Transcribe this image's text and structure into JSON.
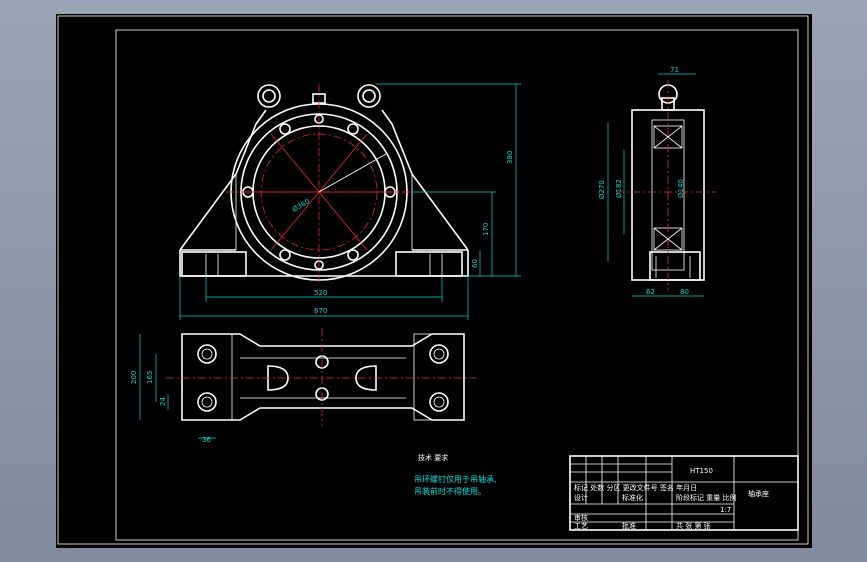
{
  "dimensions": {
    "width_670": "670",
    "width_520": "520",
    "height_380": "380",
    "height_170": "170",
    "height_60": "60",
    "dia_360": "Ø360",
    "top_71": "71",
    "dia_270": "Ø270",
    "dia_182": "Ø182",
    "dia_140": "Ø140",
    "bottom_62": "62",
    "bottom_80": "80",
    "plan_200": "200",
    "plan_165": "165",
    "plan_24": "24",
    "plan_36": "36"
  },
  "notes": {
    "heading": "技术 要求",
    "line1": "吊环螺钉仅用于吊轴承,",
    "line2": "吊装前时不得使用。"
  },
  "title_block": {
    "material": "HT150",
    "drawing_name": "轴承座",
    "label_row": "标记 处数 分区 更改文件号 签名 年月日",
    "design": "设计",
    "standard": "标准化",
    "stage": "阶段标记 重量 比例",
    "scale": "1:7",
    "review": "审核",
    "craft": "工艺",
    "approve": "批准",
    "sheet_info": "共 张 第 张"
  },
  "colors": {
    "background": "#000000",
    "outline": "#ffffff",
    "centerline": "#ff2a2a",
    "dimension": "#00d7d7"
  }
}
